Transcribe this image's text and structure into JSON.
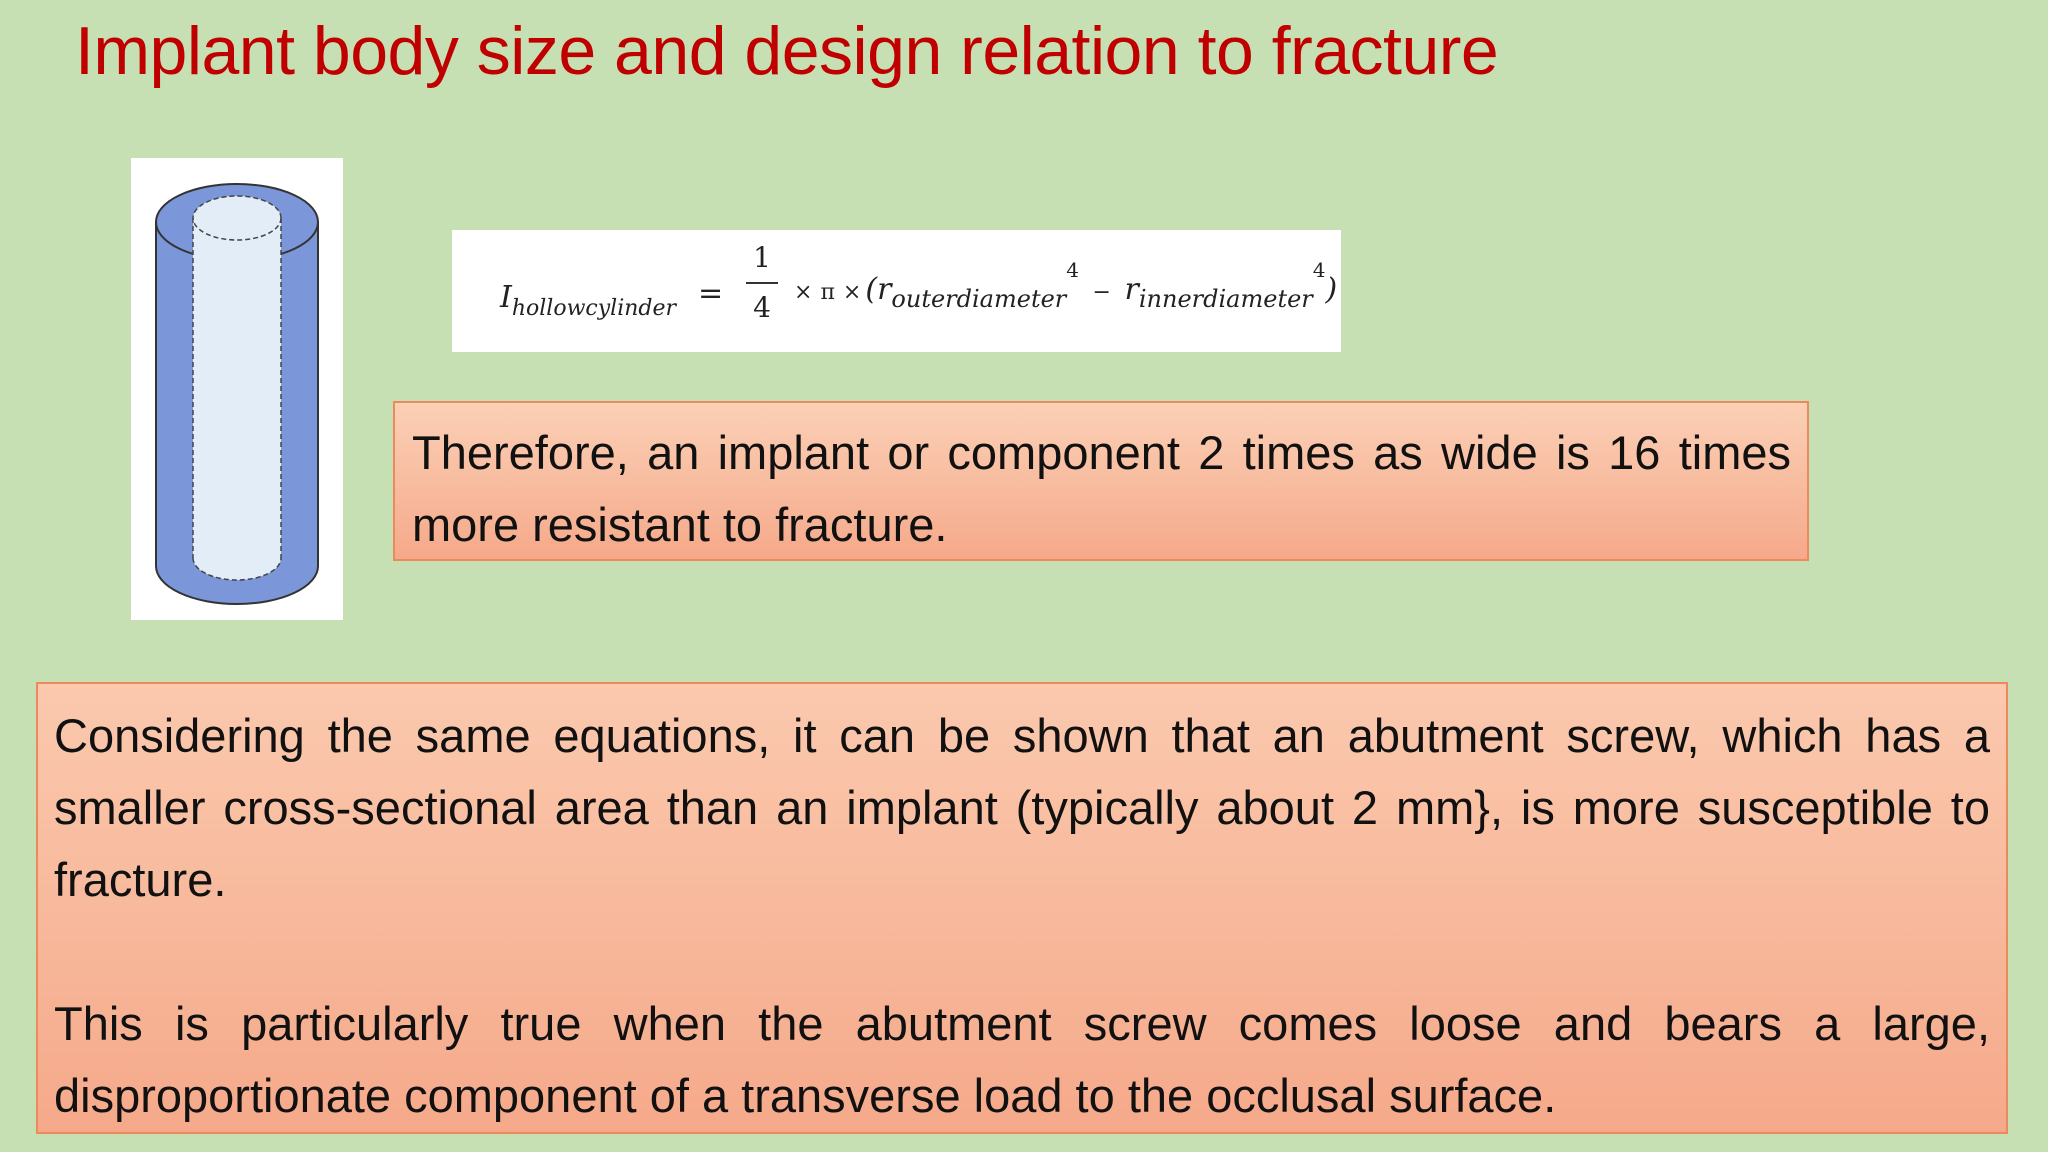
{
  "slide": {
    "title": "Implant body size and design relation to fracture",
    "background_color": "#c6e0b4",
    "title_color": "#c00000"
  },
  "figure": {
    "icon": "hollow-cylinder-diagram",
    "fill_color": "#7b96d9",
    "inner_color": "#e2edf8"
  },
  "formula": {
    "lhs": "I",
    "lhs_subscript": "hollowcylinder",
    "equals": "=",
    "numerator": "1",
    "denominator": "4",
    "times": "×",
    "pi": "π",
    "open_paren": "(",
    "r1": "r",
    "r1_subscript": "outerdiameter",
    "exponent": "4",
    "minus": "−",
    "r2": "r",
    "r2_subscript": "innerdiameter",
    "close_paren": ")"
  },
  "callout_small": {
    "text": "Therefore, an implant or component 2 times as wide is 16 times more resistant to fracture."
  },
  "callout_large": {
    "paragraph_1": "Considering the same equations, it can be shown that an abutment screw, which has a smaller cross-sectional area than an implant (typically about 2 mm}, is more susceptible to fracture.",
    "paragraph_2": "This is particularly true when the abutment screw comes loose and bears a large, disproportionate component of a transverse load to the occlusal surface."
  },
  "colors": {
    "callout_fill_top": "#fbd0b6",
    "callout_fill_bottom": "#f5a98a",
    "callout_border": "#ed8a5c"
  }
}
